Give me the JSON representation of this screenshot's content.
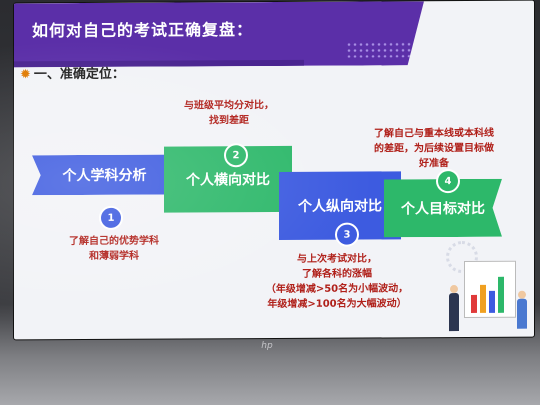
{
  "slide": {
    "title": "如何对自己的考试正确复盘：",
    "section": "一、准确定位：",
    "section_icon": "gear-icon"
  },
  "steps": [
    {
      "label": "个人学科分析",
      "number": "1",
      "note_lines": [
        "了解自己的优势学科",
        "和薄弱学科"
      ],
      "color": "#3d5be0"
    },
    {
      "label": "个人横向对比",
      "number": "2",
      "note_lines": [
        "与班级平均分对比，",
        "找到差距"
      ],
      "color": "#2db86a"
    },
    {
      "label": "个人纵向对比",
      "number": "3",
      "note_lines": [
        "与上次考试对比，",
        "了解各科的涨幅",
        "（年级增减>50名为小幅波动，",
        "年级增减>100名为大幅波动）"
      ],
      "color": "#3d5be0"
    },
    {
      "label": "个人目标对比",
      "number": "4",
      "note_lines": [
        "了解自己与重本线或本科线",
        "的差距，为后续设置目标做",
        "好准备"
      ],
      "color": "#2db86a"
    }
  ],
  "device_logo": "hp",
  "accent": "#5b2fa8",
  "note_color": "#b0201a"
}
